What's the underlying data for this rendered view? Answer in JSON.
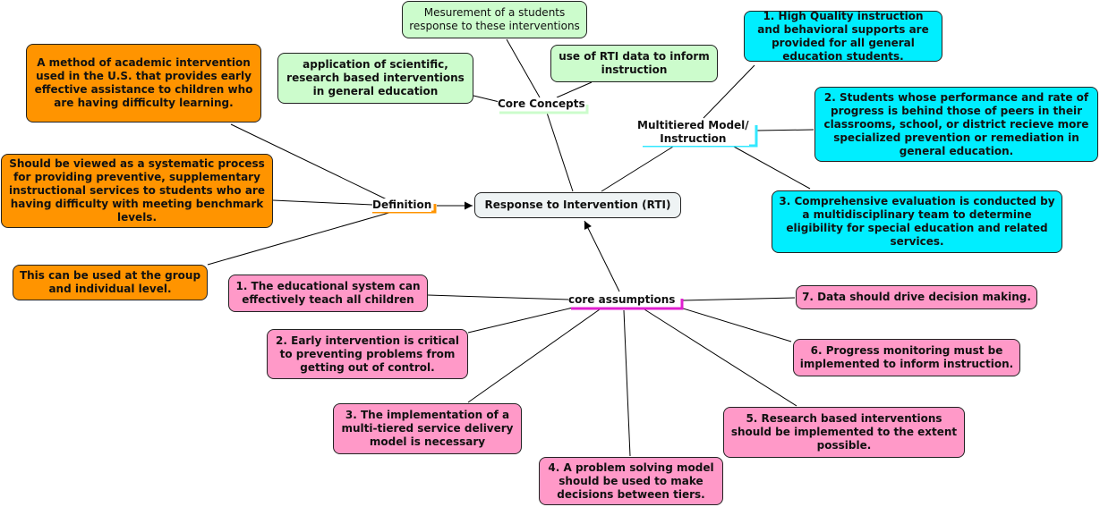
{
  "center": "Response to Intervention (RTI)",
  "hubs": {
    "definition": "Definition",
    "core_concepts": "Core Concepts",
    "multitiered": "Multitiered Model/\nInstruction",
    "core_assumptions": "core assumptions"
  },
  "definition_nodes": [
    "A method of academic intervention used in the U.S. that provides early effective assistance to children who are having difficulty learning.",
    "Should be viewed as a systematic process for providing preventive, supplementary instructional services to students who are having difficulty with meeting benchmark levels.",
    "This can be used at the group and individual level."
  ],
  "concept_nodes": [
    "Mesurement of a students response to these interventions",
    "use of RTI data to inform instruction",
    "application of scientific, research based interventions in general education"
  ],
  "tier_nodes": [
    "1. High Quality instruction and behavioral supports are provided for all general education students.",
    "2. Students whose performance and rate of progress is behind those of peers in their classrooms, school, or district recieve more specialized prevention or remediation in general education.",
    "3. Comprehensive evaluation is conducted by a multidisciplinary team to determine eligibility for special education and related services."
  ],
  "assumption_nodes": [
    "1. The educational system can effectively teach all children",
    "2.  Early intervention is critical to preventing problems from getting out of control.",
    "3. The implementation of a multi-tiered service delivery model is necessary",
    "4. A problem solving model should be used to make decisions between tiers.",
    "5. Research based interventions should be  implemented to the extent possible.",
    "6. Progress monitoring must be implemented to inform instruction.",
    "7. Data should drive decision making."
  ],
  "colors": {
    "definition": "#ff9400",
    "concepts": "#ccfccc",
    "tiers": "#00eeff",
    "assumptions": "#ff99c8",
    "center": "#eef3f4",
    "definition_bracket": "#ff9400",
    "concepts_bracket": "#ccfccc",
    "tiers_bracket": "#33e8ff",
    "assumptions_bracket": "#e020d0"
  }
}
